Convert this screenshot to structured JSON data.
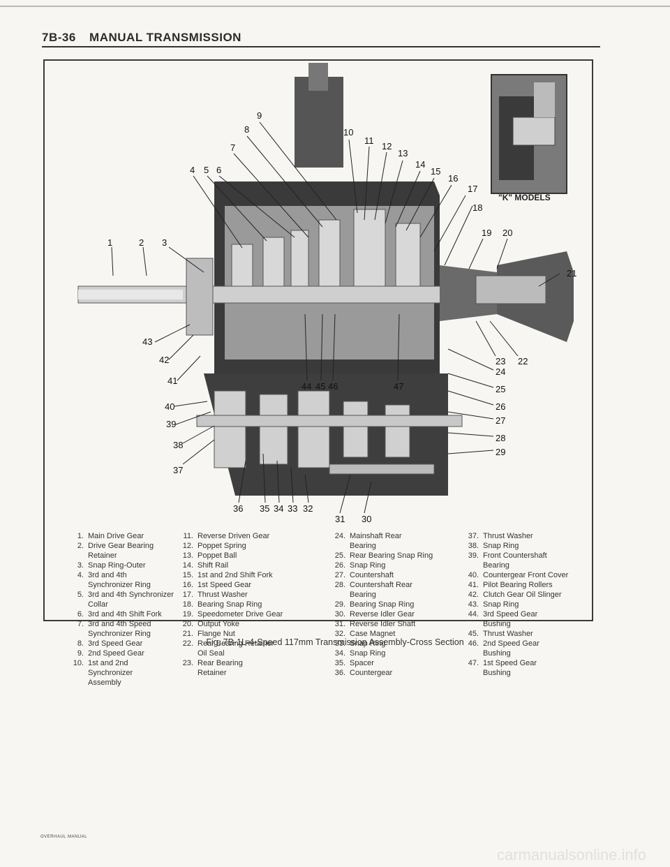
{
  "header": {
    "section": "7B-36",
    "title": "MANUAL TRANSMISSION"
  },
  "inset_label": "\"K\" MODELS",
  "callouts": [
    "1",
    "2",
    "3",
    "4",
    "5",
    "6",
    "7",
    "8",
    "9",
    "10",
    "11",
    "12",
    "13",
    "14",
    "15",
    "16",
    "17",
    "18",
    "19",
    "20",
    "21",
    "22",
    "23",
    "24",
    "25",
    "26",
    "27",
    "28",
    "29",
    "30",
    "31",
    "32",
    "33",
    "34",
    "35",
    "36",
    "37",
    "38",
    "39",
    "40",
    "41",
    "42",
    "43",
    "44",
    "45",
    "46",
    "47"
  ],
  "legend": {
    "col1": [
      {
        "n": "1.",
        "t": "Main Drive Gear"
      },
      {
        "n": "2.",
        "t": "Drive Gear Bearing Retainer"
      },
      {
        "n": "3.",
        "t": "Snap Ring-Outer"
      },
      {
        "n": "4.",
        "t": "3rd and 4th Synchronizer Ring"
      },
      {
        "n": "5.",
        "t": "3rd and 4th Synchronizer Collar"
      },
      {
        "n": "6.",
        "t": "3rd and 4th Shift Fork"
      },
      {
        "n": "7.",
        "t": "3rd and 4th Speed Synchronizer Ring"
      },
      {
        "n": "8.",
        "t": "3rd Speed Gear"
      },
      {
        "n": "9.",
        "t": "2nd Speed Gear"
      },
      {
        "n": "10.",
        "t": "1st and 2nd Synchronizer Assembly"
      }
    ],
    "col2": [
      {
        "n": "11.",
        "t": "Reverse Driven Gear"
      },
      {
        "n": "12.",
        "t": "Poppet Spring"
      },
      {
        "n": "13.",
        "t": "Poppet Ball"
      },
      {
        "n": "14.",
        "t": "Shift Rail"
      },
      {
        "n": "15.",
        "t": "1st and 2nd Shift Fork"
      },
      {
        "n": "16.",
        "t": "1st Speed Gear"
      },
      {
        "n": "17.",
        "t": "Thrust Washer"
      },
      {
        "n": "18.",
        "t": "Bearing Snap Ring"
      },
      {
        "n": "19.",
        "t": "Speedometer Drive Gear"
      },
      {
        "n": "20.",
        "t": "Output Yoke"
      },
      {
        "n": "21.",
        "t": "Flange Nut"
      },
      {
        "n": "22.",
        "t": "Rear Bearing Retainer Oil Seal"
      },
      {
        "n": "23.",
        "t": "Rear Bearing Retainer"
      }
    ],
    "col3": [
      {
        "n": "24.",
        "t": "Mainshaft Rear Bearing"
      },
      {
        "n": "25.",
        "t": "Rear Bearing Snap Ring"
      },
      {
        "n": "26.",
        "t": "Snap Ring"
      },
      {
        "n": "27.",
        "t": "Countershaft"
      },
      {
        "n": "28.",
        "t": "Countershaft Rear Bearing"
      },
      {
        "n": "29.",
        "t": "Bearing Snap Ring"
      },
      {
        "n": "30.",
        "t": "Reverse Idler Gear"
      },
      {
        "n": "31.",
        "t": "Reverse Idler Shaft"
      },
      {
        "n": "32.",
        "t": "Case Magnet"
      },
      {
        "n": "33.",
        "t": "Snap Ring"
      },
      {
        "n": "34.",
        "t": "Snap Ring"
      },
      {
        "n": "35.",
        "t": "Spacer"
      },
      {
        "n": "36.",
        "t": "Countergear"
      }
    ],
    "col4": [
      {
        "n": "37.",
        "t": "Thrust Washer"
      },
      {
        "n": "38.",
        "t": "Snap Ring"
      },
      {
        "n": "39.",
        "t": "Front Countershaft Bearing"
      },
      {
        "n": "40.",
        "t": "Countergear Front Cover"
      },
      {
        "n": "41.",
        "t": "Pilot Bearing Rollers"
      },
      {
        "n": "42.",
        "t": "Clutch Gear Oil Slinger"
      },
      {
        "n": "43.",
        "t": "Snap Ring"
      },
      {
        "n": "44.",
        "t": "3rd Speed Gear Bushing"
      },
      {
        "n": "45.",
        "t": "Thrust Washer"
      },
      {
        "n": "46.",
        "t": "2nd Speed Gear Bushing"
      },
      {
        "n": "47.",
        "t": "1st Speed Gear Bushing"
      }
    ]
  },
  "caption": "Fig. 7B-1L-4-Speed 117mm Transmission Assembly-Cross Section",
  "footer": "OVERHAUL MANUAL",
  "watermark": "carmanualsonline.info"
}
